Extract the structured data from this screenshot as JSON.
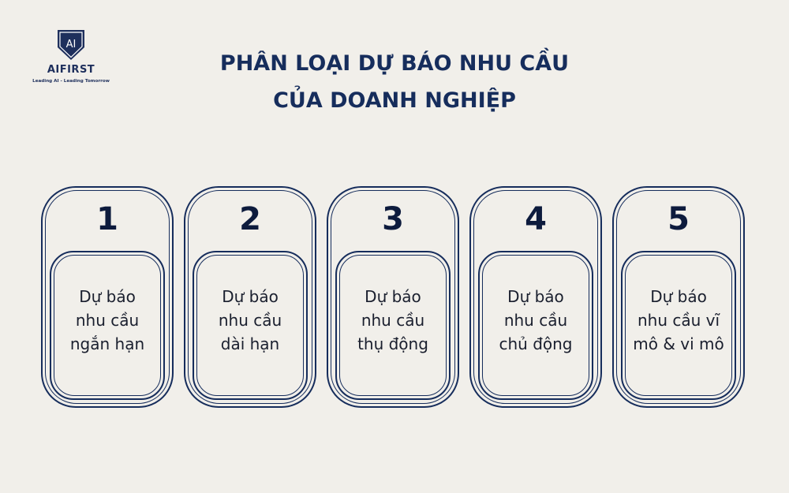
{
  "logo": {
    "mark": "AI",
    "name": "AIFIRST",
    "tagline": "Leading AI - Leading Tomorrow",
    "icon": "shield-icon"
  },
  "title": {
    "line1": "PHÂN LOẠI DỰ BÁO NHU CẦU",
    "line2": "CỦA DOANH NGHIỆP"
  },
  "colors": {
    "background": "#f1efea",
    "navy": "#162d5c",
    "text": "#1a1f2e"
  },
  "cards": [
    {
      "number": "1",
      "lines": [
        "Dự báo",
        "nhu cầu",
        "ngắn hạn"
      ]
    },
    {
      "number": "2",
      "lines": [
        "Dự báo",
        "nhu cầu",
        "dài hạn"
      ]
    },
    {
      "number": "3",
      "lines": [
        "Dự báo",
        "nhu cầu",
        "thụ động"
      ]
    },
    {
      "number": "4",
      "lines": [
        "Dự báo",
        "nhu cầu",
        "chủ động"
      ]
    },
    {
      "number": "5",
      "lines": [
        "Dự báo",
        "nhu cầu vĩ",
        "mô & vi mô"
      ]
    }
  ]
}
